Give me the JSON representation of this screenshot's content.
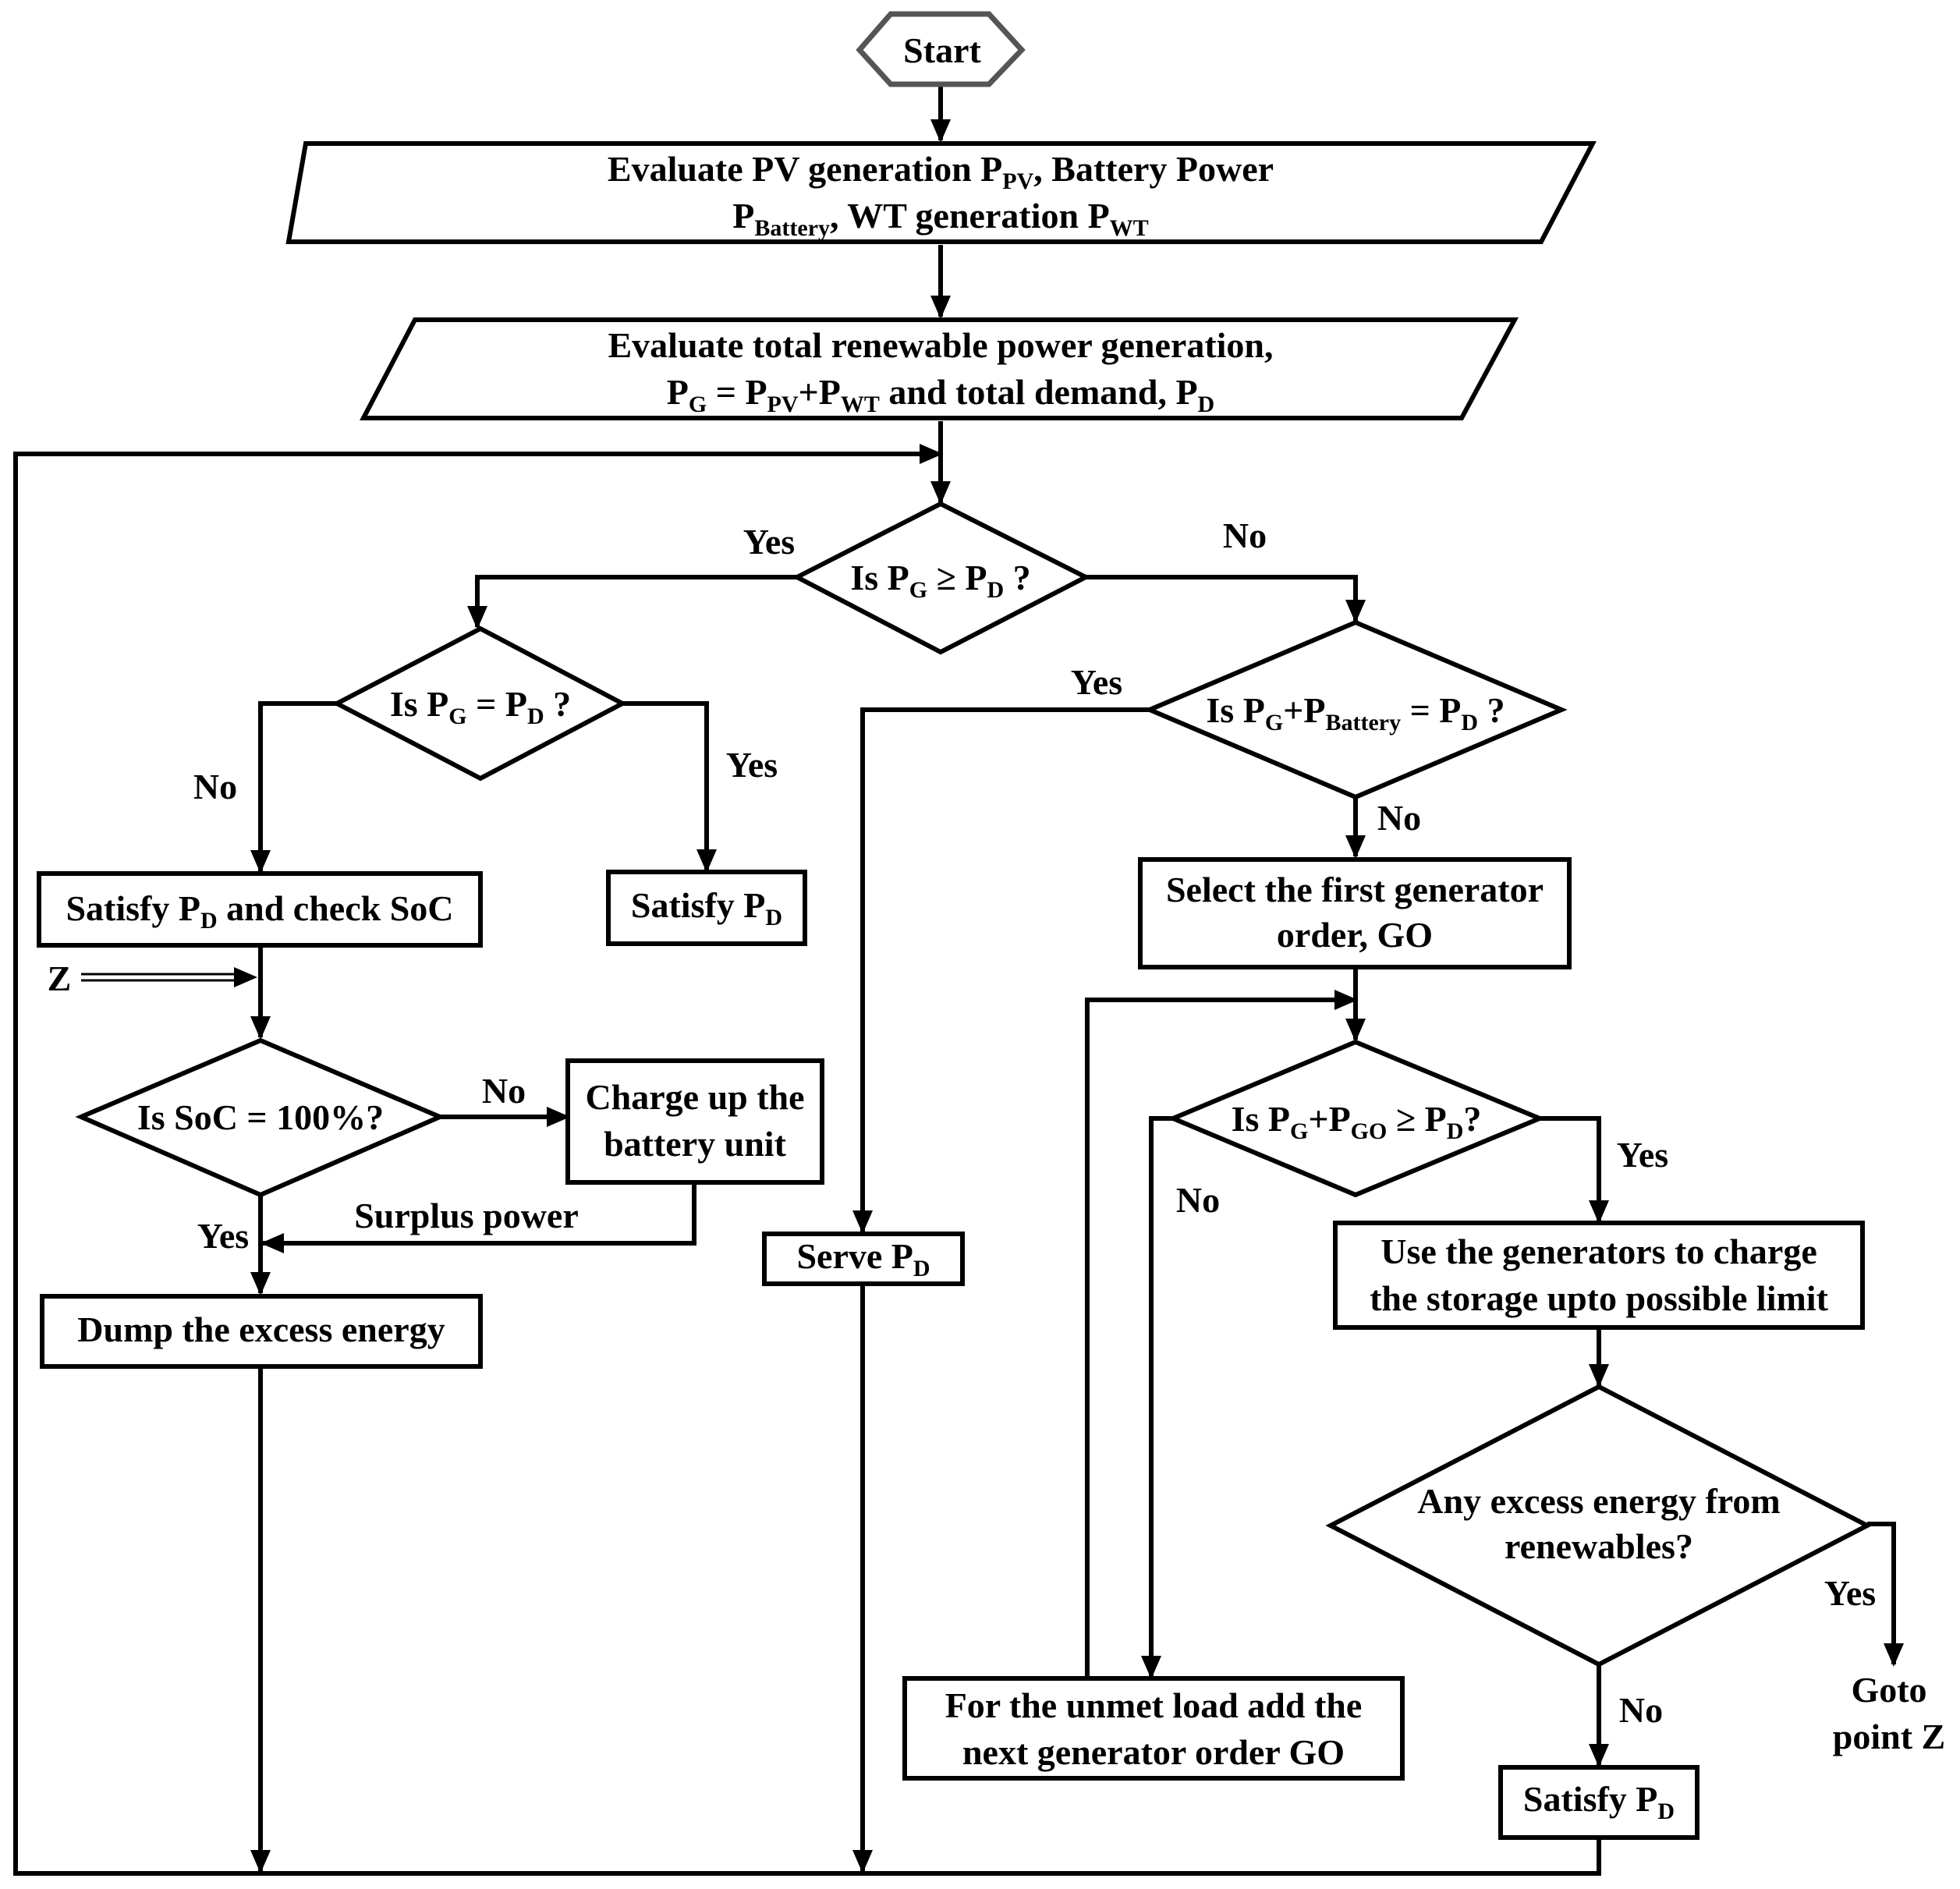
{
  "start": "Start",
  "eval1": {
    "line1": {
      "a": "Evaluate PV generation P",
      "a_sub": "PV",
      "b": ", Battery Power"
    },
    "line2": {
      "a": "P",
      "a_sub": "Battery",
      "b": ", WT generation P",
      "b_sub": "WT"
    }
  },
  "eval2": {
    "line1": "Evaluate total renewable power generation,",
    "line2": {
      "p1": "P",
      "s1": "G",
      "t1": " = P",
      "s2": "PV",
      "t2": "+P",
      "s3": "WT",
      "t3": " and total demand, P",
      "s4": "D"
    }
  },
  "d1": {
    "a": "Is P",
    "s1": "G",
    "b": " ≥ P",
    "s2": "D",
    "c": " ?"
  },
  "d2": {
    "a": "Is P",
    "s1": "G",
    "b": " = P",
    "s2": "D",
    "c": " ?"
  },
  "d3": {
    "a": "Is P",
    "s1": "G",
    "b": "+P",
    "s2": "Battery",
    "c": " = P",
    "s3": "D",
    "d": " ?"
  },
  "d4": "Is SoC = 100%?",
  "d5": {
    "a": "Is P",
    "s1": "G",
    "b": "+P",
    "s2": "GO",
    "c": " ≥ P",
    "s3": "D",
    "d": "?"
  },
  "d6": {
    "line1": "Any excess energy from",
    "line2": "renewables?"
  },
  "box_satisfy_check": {
    "a": "Satisfy P",
    "s": "D",
    "b": " and check SoC"
  },
  "box_satisfy_1": {
    "a": "Satisfy P",
    "s": "D"
  },
  "box_charge": {
    "line1": "Charge up the",
    "line2": "battery unit"
  },
  "box_dump": "Dump the excess energy",
  "box_serve": {
    "a": "Serve P",
    "s": "D"
  },
  "box_select": {
    "line1": "Select the first generator",
    "line2": "order, GO"
  },
  "box_use": {
    "line1": "Use the generators to charge",
    "line2": "the storage upto possible limit"
  },
  "box_unmet": {
    "line1": "For the unmet load add the",
    "line2": "next generator order GO"
  },
  "box_satisfy_2": {
    "a": "Satisfy P",
    "s": "D"
  },
  "goto": {
    "line1": "Goto",
    "line2": "point Z"
  },
  "labels": {
    "yes": "Yes",
    "no": "No",
    "z": "Z",
    "surplus": "Surplus power"
  }
}
